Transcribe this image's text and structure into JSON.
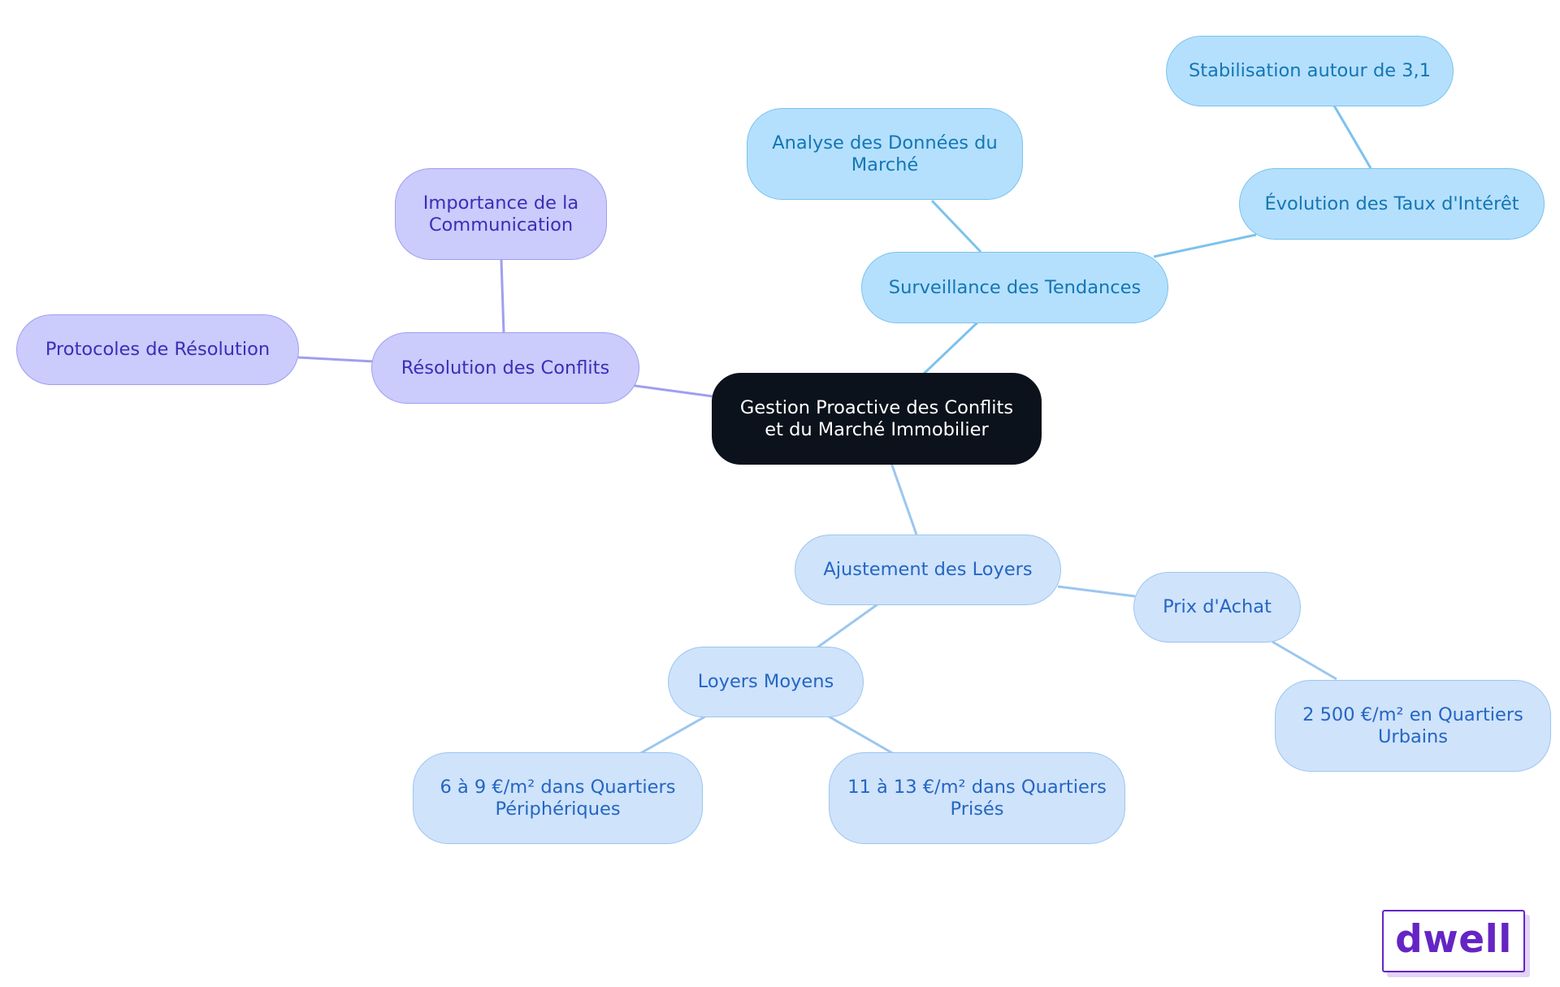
{
  "colors": {
    "root_fill": "#0b121b",
    "purple_fill": "#cbcbfc",
    "purple_edge": "#9f9ff0",
    "cyan_fill": "#b4e0fd",
    "cyan_edge": "#7cc2ee",
    "blue_fill": "#cfe3fb",
    "blue_edge": "#9cc6ef",
    "logo": "#6525c4"
  },
  "mindmap": {
    "root": {
      "label": "Gestion Proactive des Conflits\net du Marché Immobilier"
    },
    "resolution": {
      "label": "Résolution des Conflits",
      "children": {
        "communication": {
          "label": "Importance de la\nCommunication"
        },
        "protocoles": {
          "label": "Protocoles de Résolution"
        }
      }
    },
    "surveillance": {
      "label": "Surveillance des Tendances",
      "children": {
        "analyse": {
          "label": "Analyse des Données du\nMarché"
        },
        "taux": {
          "label": "Évolution des Taux d'Intérêt",
          "children": {
            "stabilisation": {
              "label": "Stabilisation autour de 3,1"
            }
          }
        }
      }
    },
    "ajustement": {
      "label": "Ajustement des Loyers",
      "children": {
        "loyers_moyens": {
          "label": "Loyers Moyens",
          "children": {
            "peripheriques": {
              "label": "6 à 9 €/m² dans Quartiers\nPériphériques"
            },
            "prises": {
              "label": "11 à 13 €/m² dans Quartiers\nPrisés"
            }
          }
        },
        "prix_achat": {
          "label": "Prix d'Achat",
          "children": {
            "urbains": {
              "label": "2 500 €/m² en Quartiers\nUrbains"
            }
          }
        }
      }
    }
  },
  "logo": {
    "text": "dwell"
  }
}
